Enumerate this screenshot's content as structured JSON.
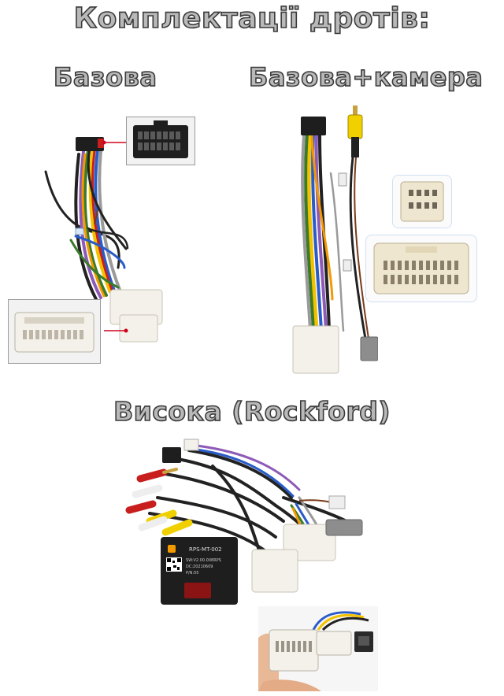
{
  "headings": {
    "title": "Комплектації дротів:",
    "basic": "Базова",
    "basic_camera": "Базова+камера",
    "high": "Висока (Rockford)"
  },
  "module_label": {
    "model": "RPS-MT-002",
    "line1": "SW:V2.00.008RPS",
    "line2": "DC:20210609",
    "line3": "P/N:55"
  },
  "colors": {
    "heading_fill": "#b9b9b9",
    "heading_outline": "#3a3a3a",
    "connector_white": "#f4f1ea",
    "connector_beige": "#efe6cf",
    "connector_gray": "#8d8d8d",
    "connector_black": "#1e1e1e",
    "rca_red": "#c81e1e",
    "rca_yellow": "#f0d000",
    "rca_white": "#eeeeee",
    "pointer_red": "#d0021b"
  }
}
